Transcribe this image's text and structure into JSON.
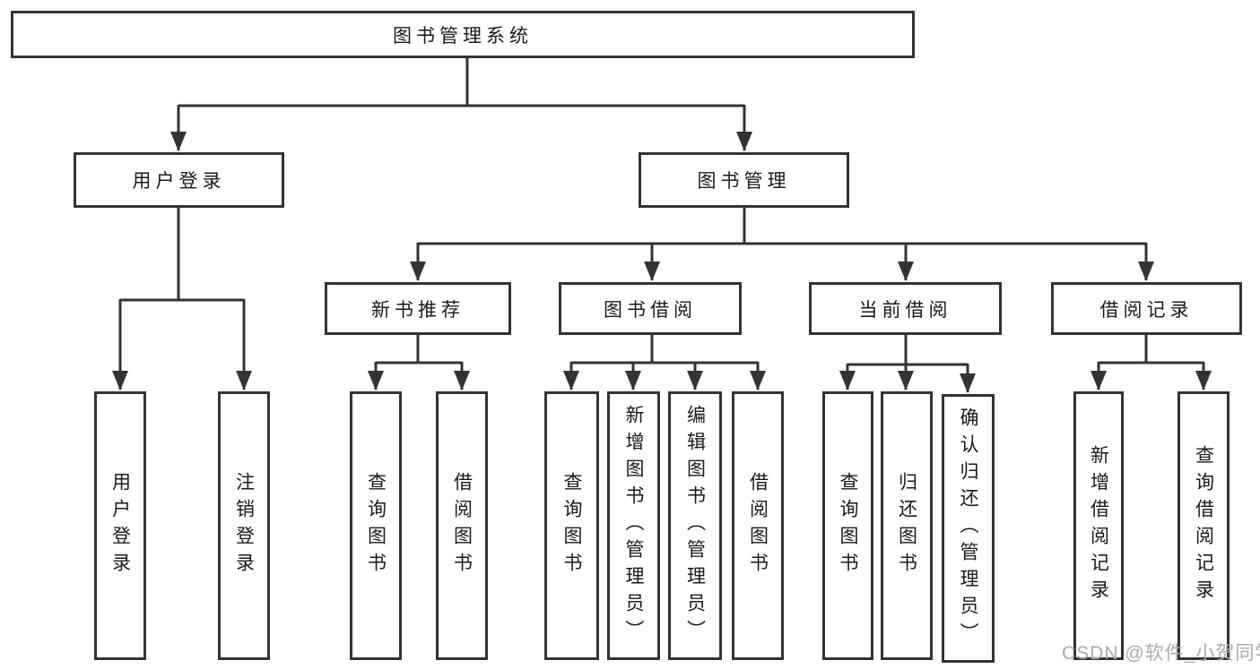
{
  "diagram": {
    "root": {
      "label": "图书管理系统",
      "children": [
        {
          "label": "用户登录",
          "children": [
            {
              "label": "用户登录"
            },
            {
              "label": "注销登录"
            }
          ]
        },
        {
          "label": "图书管理",
          "children": [
            {
              "label": "新书推荐",
              "children": [
                {
                  "label": "查询图书"
                },
                {
                  "label": "借阅图书"
                }
              ]
            },
            {
              "label": "图书借阅",
              "children": [
                {
                  "label": "查询图书"
                },
                {
                  "label": "新增图书（管理员）"
                },
                {
                  "label": "编辑图书（管理员）"
                },
                {
                  "label": "借阅图书"
                }
              ]
            },
            {
              "label": "当前借阅",
              "children": [
                {
                  "label": "查询图书"
                },
                {
                  "label": "归还图书"
                },
                {
                  "label": "确认归还（管理员）"
                }
              ]
            },
            {
              "label": "借阅记录",
              "children": [
                {
                  "label": "新增借阅记录"
                },
                {
                  "label": "查询借阅记录"
                }
              ]
            }
          ]
        }
      ]
    }
  },
  "watermark": {
    "text": "CSDN @软件_小贺同学"
  },
  "colors": {
    "line": "#333333",
    "text": "#1a1a1a",
    "watermark": "#ababab",
    "background": "#ffffff"
  }
}
